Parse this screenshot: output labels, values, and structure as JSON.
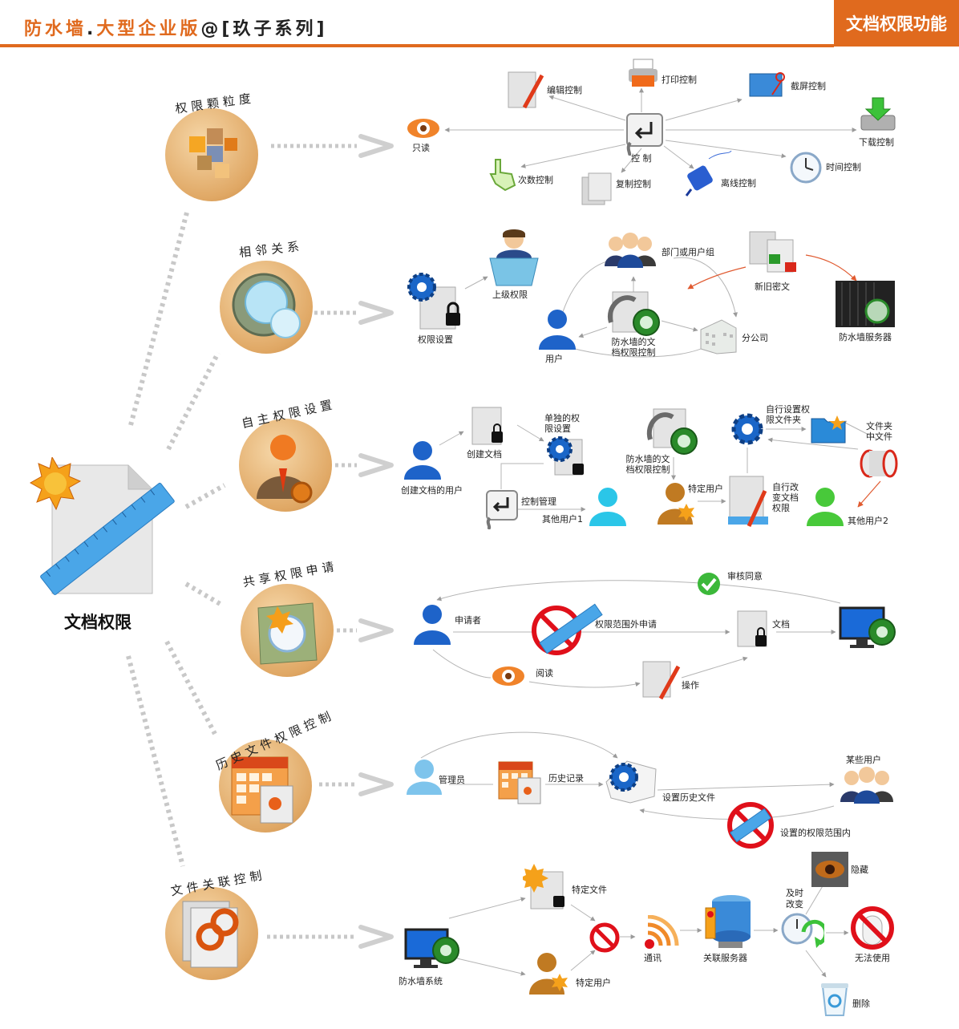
{
  "header": {
    "brand": "防水墙",
    "dot": ".",
    "edition": "大型企业版",
    "at": "@",
    "series_open": "[",
    "series": "玖子系列",
    "series_close": "]",
    "tab_title": "文档权限功能"
  },
  "main": {
    "label": "文档权限"
  },
  "categories": [
    {
      "label": "权限颗粒度"
    },
    {
      "label": "相邻关系"
    },
    {
      "label": "自主权限设置"
    },
    {
      "label": "共享权限申请"
    },
    {
      "label": "历史文件权限控制"
    },
    {
      "label": "文件关联控制"
    }
  ],
  "row1": {
    "read_only": "只读",
    "edit_control": "编辑控制",
    "print_control": "打印控制",
    "screenshot_control": "截屏控制",
    "download_control": "下载控制",
    "time_control": "时间控制",
    "offline_control": "离线控制",
    "copy_control": "复制控制",
    "count_control": "次数控制",
    "control": "控 制"
  },
  "row2": {
    "permission_setting": "权限设置",
    "superior_permission": "上级权限",
    "dept_or_group": "部门或用户组",
    "old_new_cipher": "新旧密文",
    "firewall_server": "防水墙服务器",
    "user": "用户",
    "doc_control_line1": "防水墙的文",
    "doc_control_line2": "档权限控制",
    "branch": "分公司"
  },
  "row3": {
    "creator_user": "创建文档的用户",
    "create_doc": "创建文档",
    "single_perm_line1": "单独的权",
    "single_perm_line2": "限设置",
    "control_mgmt": "控制管理",
    "other_user1": "其他用户1",
    "doc_control_line1": "防水墙的文",
    "doc_control_line2": "档权限控制",
    "specific_user": "特定用户",
    "self_change_line1": "自行改",
    "self_change_line2": "变文档",
    "self_change_line3": "权限",
    "self_folder_line1": "自行设置权",
    "self_folder_line2": "限文件夹",
    "folder_line1": "文件夹",
    "folder_line2": "中文件",
    "other_user2": "其他用户2"
  },
  "row4": {
    "approved": "审核同意",
    "applicant": "申请者",
    "out_of_scope": "权限范围外申请",
    "document": "文档",
    "read": "阅读",
    "operate": "操作"
  },
  "row5": {
    "admin": "管理员",
    "history": "历史记录",
    "set_history": "设置历史文件",
    "some_users": "某些用户",
    "scope": "设置的权限范围内"
  },
  "row6": {
    "specific_file": "特定文件",
    "firewall_system": "防水墙系统",
    "specific_user": "特定用户",
    "communication": "通讯",
    "assoc_server": "关联服务器",
    "timely_line1": "及时",
    "timely_line2": "改变",
    "hide": "隐藏",
    "unusable": "无法使用",
    "delete": "删除"
  },
  "colors": {
    "accent": "#e06a1e",
    "circle": "#e0a865",
    "user_blue": "#1e63c9",
    "user_cyan": "#2bc6e8",
    "user_green": "#48c93a",
    "user_orange": "#c07a22",
    "stop_red": "#e0101a"
  }
}
